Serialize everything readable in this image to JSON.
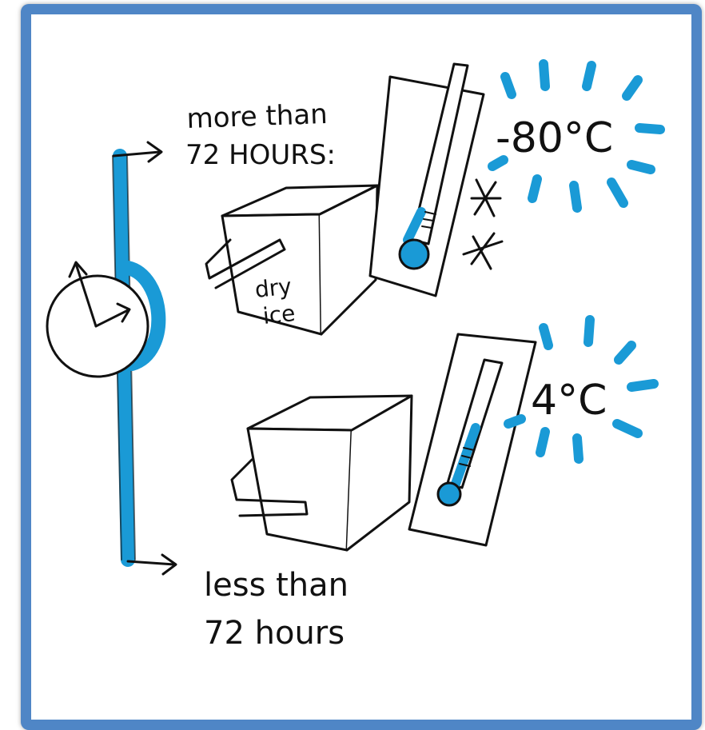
{
  "labels": {
    "top_line1": "more than",
    "top_line2": "72 HOURS:",
    "dry_line1": "dry",
    "dry_line2": "ice",
    "temp_cold": "-80°C",
    "temp_cool": "4°C",
    "bottom_line1": "less than",
    "bottom_line2": "72 hours"
  },
  "colors": {
    "frame": "#4f86c6",
    "accent": "#1a9ad6",
    "ink": "#111111"
  },
  "icons": [
    "clock-icon",
    "snowflake-icon",
    "thermometer-icon",
    "cooler-box-icon",
    "arrow-icon",
    "cold-rays-icon"
  ]
}
